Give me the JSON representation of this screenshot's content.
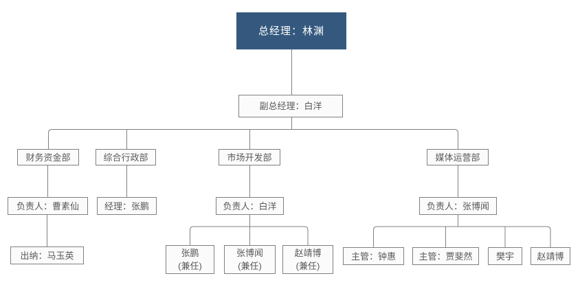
{
  "page": {
    "background": "#FFFFFF"
  },
  "colors": {
    "root_node_fill": "#35597E",
    "root_node_text": "#FFFFFF",
    "node_fill": "#FBFBFB",
    "node_border": "#7F7F7F",
    "node_text": "#595959",
    "connector_line": "#7F7F7F"
  },
  "org": {
    "root": {
      "label": "总经理：林渊"
    },
    "deputy": {
      "label": "副总经理：白洋"
    },
    "departments": [
      {
        "label": "财务资金部",
        "lead": {
          "label": "负责人：曹素仙"
        },
        "members": [
          {
            "label": "出纳：马玉英"
          }
        ]
      },
      {
        "label": "综合行政部",
        "lead": {
          "label": "经理：张鹏"
        },
        "members": []
      },
      {
        "label": "市场开发部",
        "lead": {
          "label": "负责人：白洋"
        },
        "members": [
          {
            "line1": "张鹏",
            "line2": "(兼任)"
          },
          {
            "line1": "张博闻",
            "line2": "(兼任)"
          },
          {
            "line1": "赵靖博",
            "line2": "(兼任)"
          }
        ]
      },
      {
        "label": "媒体运营部",
        "lead": {
          "label": "负责人：张博闻"
        },
        "members": [
          {
            "label": "主管：钟惠"
          },
          {
            "label": "主管：贾斐然"
          },
          {
            "label": "樊宇"
          },
          {
            "label": "赵靖博"
          }
        ]
      }
    ]
  }
}
